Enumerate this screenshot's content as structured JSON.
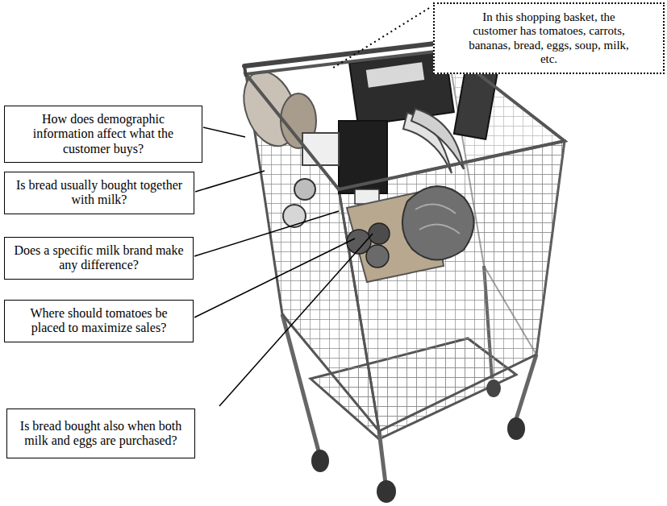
{
  "diagram": {
    "nodes": [
      {
        "text": [
          "In this shopping basket, the customer has tomatoes, carrots, bananas, bread, eggs, soup, milk, etc."
        ]
      },
      {
        "text": [
          "How does demographic information affect what the customer buys?"
        ]
      },
      {
        "text": [
          "Is bread usually bought together with milk?"
        ]
      },
      {
        "text": [
          "Does a specific milk brand make any difference?"
        ]
      },
      {
        "text": [
          "Where should tomatoes be placed to maximize sales?"
        ]
      },
      {
        "text": [
          "Is bread bought also when both milk and eggs are purchased?"
        ]
      }
    ]
  }
}
